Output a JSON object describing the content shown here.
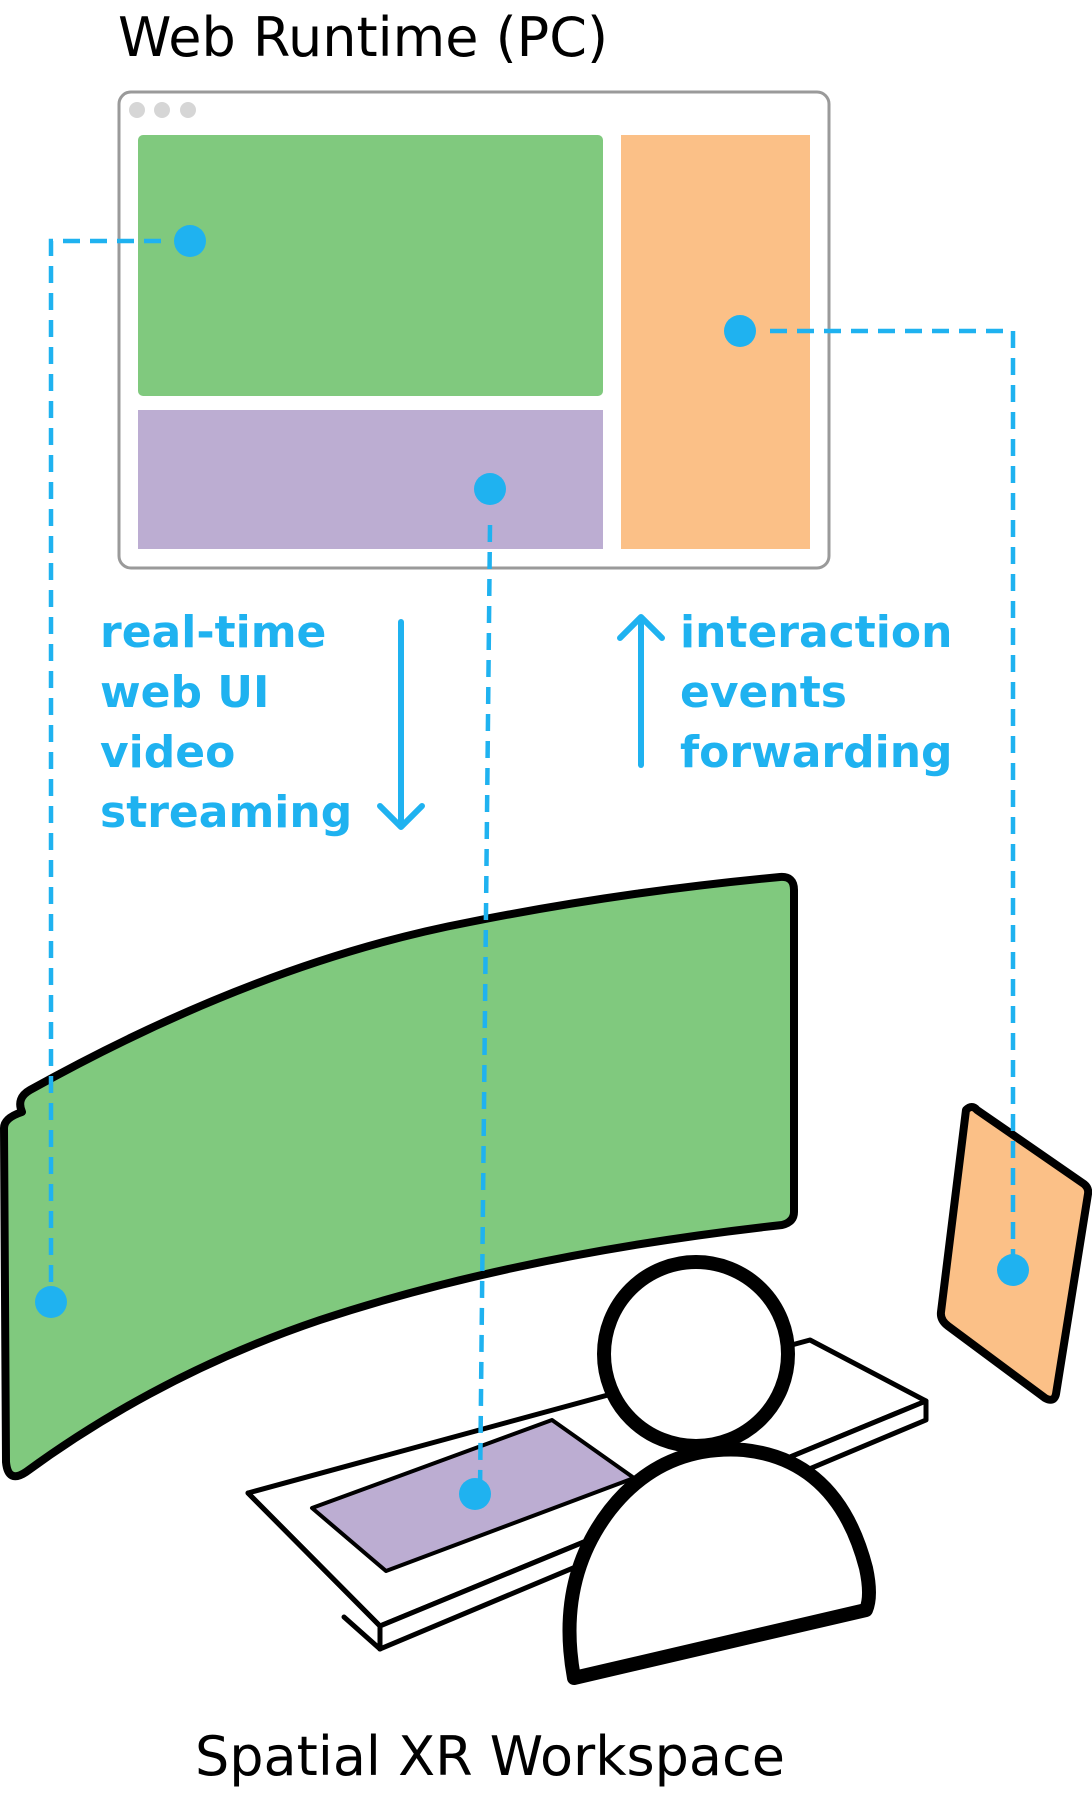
{
  "diagram": {
    "top_title": "Web Runtime (PC)",
    "bottom_title": "Spatial XR Workspace",
    "left_label": [
      "real-time",
      "web UI",
      "video",
      "streaming"
    ],
    "right_label": [
      "interaction",
      "events",
      "forwarding"
    ],
    "colors": {
      "accent": "#1fb2f0",
      "green": "#80c97e",
      "purple": "#bcadd2",
      "orange": "#fbc087",
      "window_border": "#9a9a9a",
      "window_dots": "#d6d6d6"
    },
    "icons": {
      "down_arrow": "stream-down-arrow-icon",
      "up_arrow": "event-up-arrow-icon",
      "user": "user-icon"
    }
  }
}
